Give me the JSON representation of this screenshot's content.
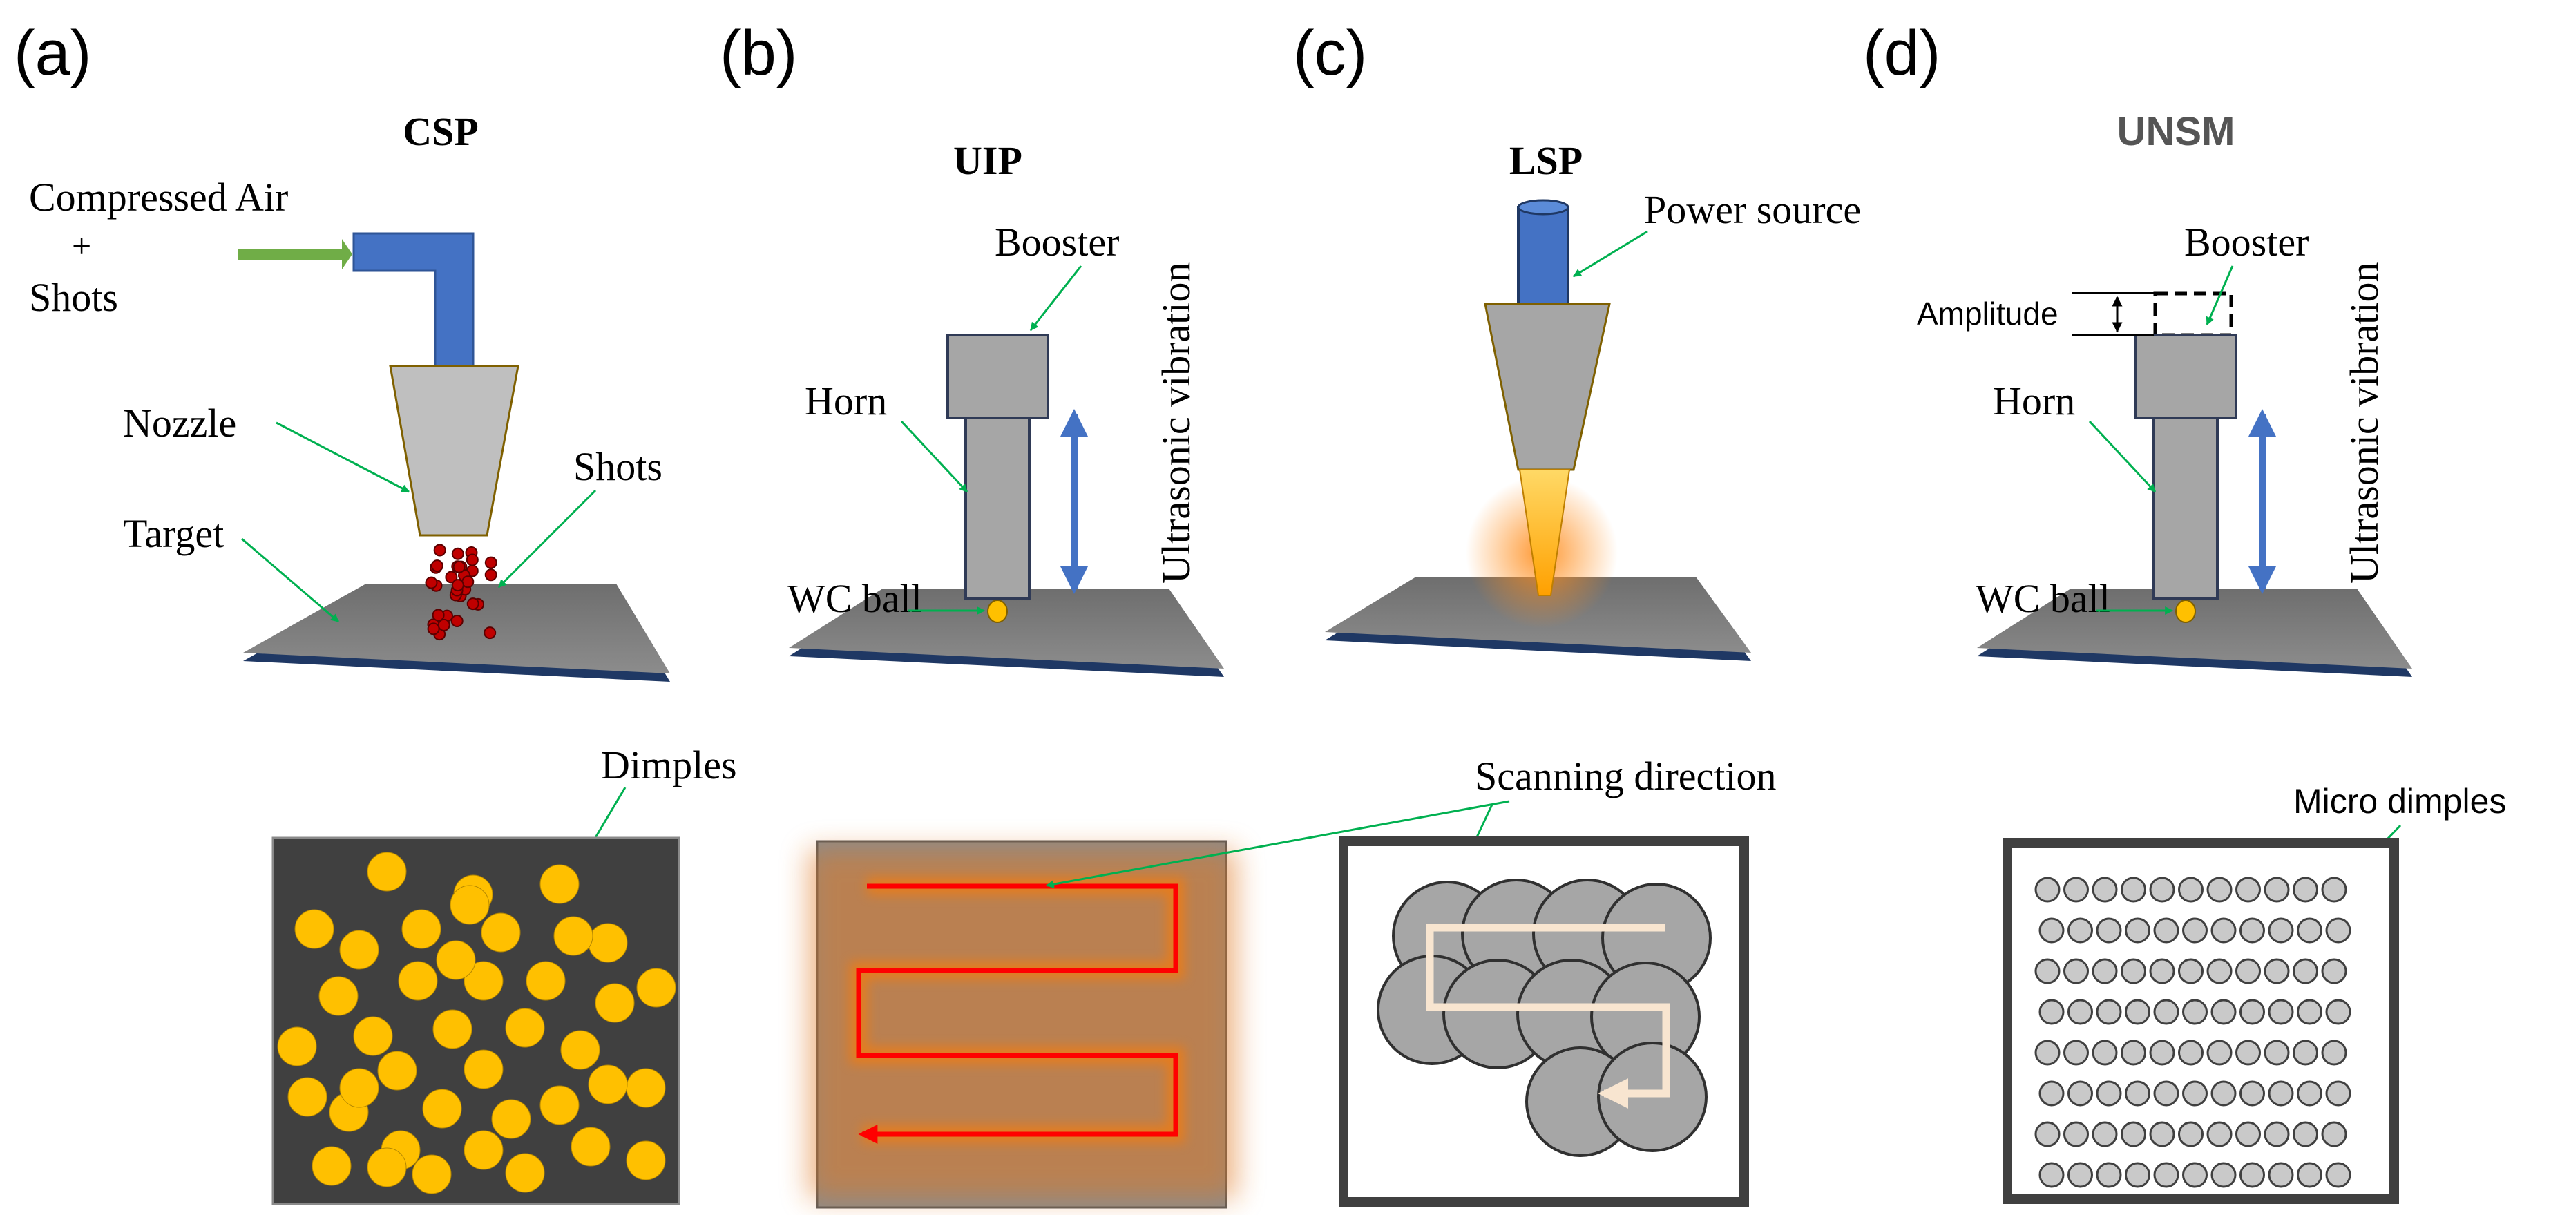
{
  "panels": {
    "a": {
      "letter": "(a)",
      "title": "CSP"
    },
    "b": {
      "letter": "(b)",
      "title": "UIP"
    },
    "c": {
      "letter": "(c)",
      "title": "LSP"
    },
    "d": {
      "letter": "(d)",
      "title": "UNSM"
    }
  },
  "labels": {
    "compressed_air": "Compressed Air",
    "plus": "+",
    "shots_input": "Shots",
    "nozzle": "Nozzle",
    "shots": "Shots",
    "target": "Target",
    "dimples": "Dimples",
    "booster_b": "Booster",
    "horn_b": "Horn",
    "wc_ball_b": "WC ball",
    "ultrasonic_b": "Ultrasonic vibration",
    "power_source": "Power source",
    "scanning_direction": "Scanning direction",
    "amplitude": "Amplitude",
    "booster_d": "Booster",
    "horn_d": "Horn",
    "wc_ball_d": "WC ball",
    "ultrasonic_d": "Ultrasonic vibration",
    "micro_dimples": "Micro dimples"
  },
  "colors": {
    "nozzle_pipe": "#4472c4",
    "tool_gray": "#a6a6a6",
    "plate_gray": "#7f7f7f",
    "plate_edge": "#1f3864",
    "leader_green": "#00b050",
    "air_arrow": "#70ad47",
    "vibration_arrow": "#4472c4",
    "dimple_yellow": "#ffc000",
    "dark_bg": "#404040",
    "shot_red": "#c00000",
    "scan_red": "#ff0000",
    "laser_orange": "#ffc000",
    "ball_yellow": "#ffc000"
  }
}
